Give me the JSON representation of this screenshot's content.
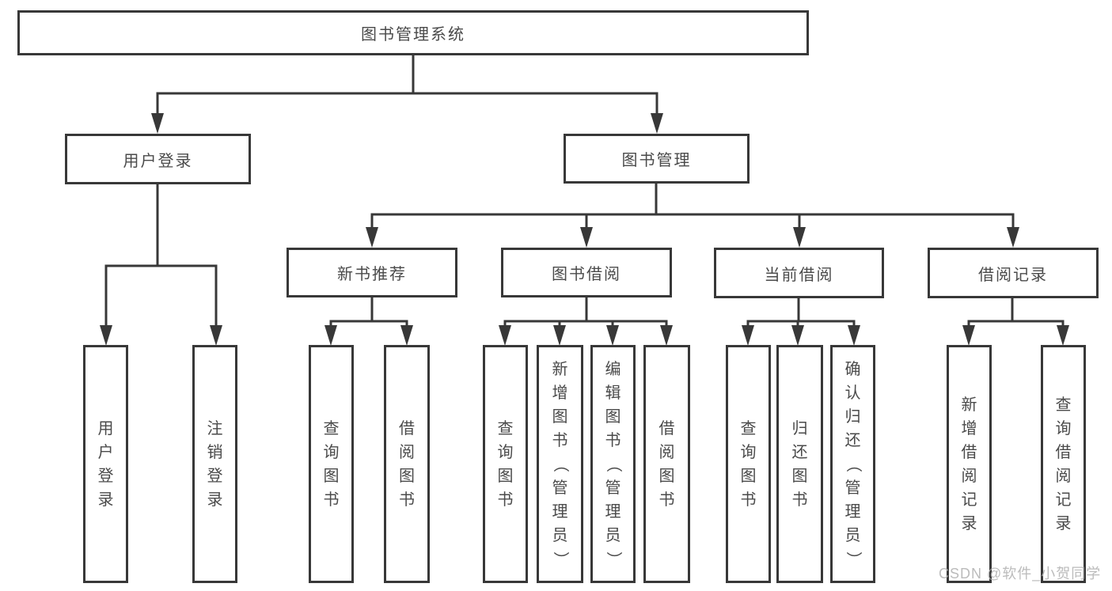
{
  "tree": {
    "label": "图书管理系统",
    "children": [
      {
        "label": "用户登录",
        "children": [
          {
            "label": "用户登录"
          },
          {
            "label": "注销登录"
          }
        ]
      },
      {
        "label": "图书管理",
        "children": [
          {
            "label": "新书推荐",
            "children": [
              {
                "label": "查询图书"
              },
              {
                "label": "借阅图书"
              }
            ]
          },
          {
            "label": "图书借阅",
            "children": [
              {
                "label": "查询图书"
              },
              {
                "label": "新增图书（管理员）"
              },
              {
                "label": "编辑图书（管理员）"
              },
              {
                "label": "借阅图书"
              }
            ]
          },
          {
            "label": "当前借阅",
            "children": [
              {
                "label": "查询图书"
              },
              {
                "label": "归还图书"
              },
              {
                "label": "确认归还（管理员）"
              }
            ]
          },
          {
            "label": "借阅记录",
            "children": [
              {
                "label": "新增借阅记录"
              },
              {
                "label": "查询借阅记录"
              }
            ]
          }
        ]
      }
    ]
  },
  "watermark": {
    "text": "CSDN @软件_小贺同学"
  },
  "colors": {
    "line": "#383838",
    "text": "#4a4a4a",
    "background": "#ffffff",
    "watermark": "#b0b0b0"
  }
}
